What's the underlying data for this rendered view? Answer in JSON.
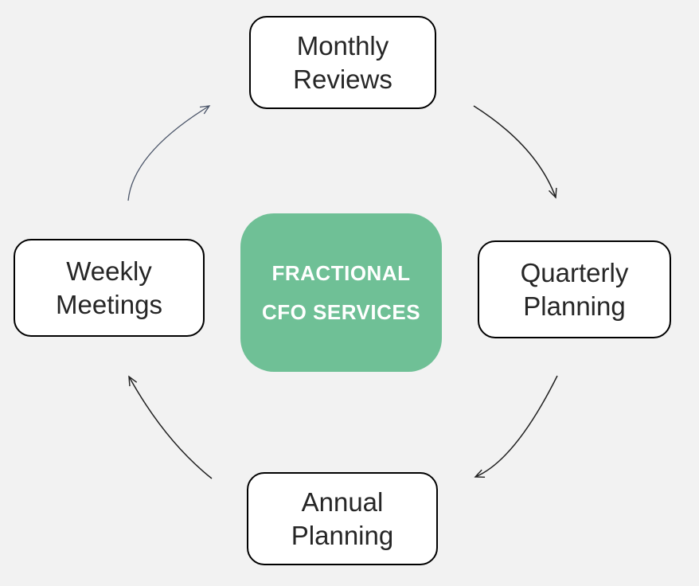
{
  "diagram": {
    "type": "cycle",
    "center": {
      "line1": "FRACTIONAL",
      "line2": "CFO SERVICES"
    },
    "nodes": {
      "top": {
        "line1": "Monthly",
        "line2": "Reviews"
      },
      "right": {
        "line1": "Quarterly",
        "line2": "Planning"
      },
      "bottom": {
        "line1": "Annual",
        "line2": "Planning"
      },
      "left": {
        "line1": "Weekly",
        "line2": "Meetings"
      }
    },
    "flow": [
      "Monthly Reviews -> Quarterly Planning",
      "Quarterly Planning -> Annual Planning",
      "Annual Planning -> Weekly Meetings",
      "Weekly Meetings -> Monthly Reviews"
    ],
    "colors": {
      "background": "#f2f2f2",
      "center_fill": "#6fc096",
      "center_text": "#ffffff",
      "node_fill": "#ffffff",
      "node_border": "#000000",
      "node_text": "#262626",
      "arrow_dark": "#212121",
      "arrow_slate": "#4a5468"
    }
  }
}
